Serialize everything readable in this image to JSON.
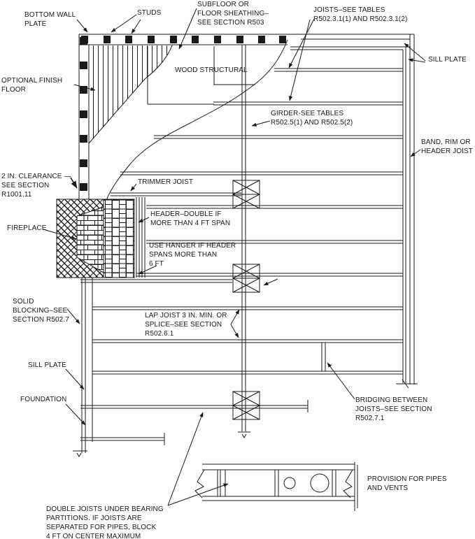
{
  "diagram": {
    "title_hint": "Floor framing plan detail",
    "line_color": "#1a1a1a",
    "background": "#ffffff",
    "labels": {
      "bottom_wall_plate": "BOTTOM WALL\nPLATE",
      "studs": "STUDS",
      "subfloor": "SUBFLOOR OR\nFLOOR SHEATHING–\nSEE SECTION R503",
      "joists": "JOISTS–SEE TABLES\nR502.3.1(1) AND R502.3.1(2)",
      "sill_plate_right": "SILL PLATE",
      "optional_finish_floor": "OPTIONAL FINISH\nFLOOR",
      "wood_structural": "WOOD STRUCTURAL",
      "girder": "GIRDER-SEE TABLES\nR502.5(1) AND R502.5(2)",
      "band_rim": "BAND, RIM OR\nHEADER JOIST",
      "two_in_clearance": "2 IN. CLEARANCE —\nSEE SECTION\nR1001.11",
      "trimmer_joist": "TRIMMER JOIST",
      "fireplace": "FIREPLACE",
      "header_double": "HEADER–DOUBLE IF\nMORE THAN 4 FT SPAN",
      "use_hanger": "USE HANGER IF HEADER\nSPANS MORE THAN\n6 FT",
      "solid_blocking": "SOLID\nBLOCKING–SEE\nSECTION R502.7",
      "lap_joist": "LAP JOIST 3 IN. MIN. OR\nSPLICE–SEE SECTION\nR502.6.1",
      "sill_plate_left": "SILL PLATE",
      "foundation": "FOUNDATION",
      "bridging": "BRIDGING BETWEEN\nJOISTS–SEE SECTION\nR502.7.1",
      "double_joists": "DOUBLE JOISTS UNDER BEARING\nPARTITIONS. IF JOISTS ARE\nSEPARATED FOR PIPES, BLOCK\n4 FT ON CENTER MAXIMUM",
      "provision": "PROVISION FOR PIPES\nAND VENTS"
    }
  }
}
